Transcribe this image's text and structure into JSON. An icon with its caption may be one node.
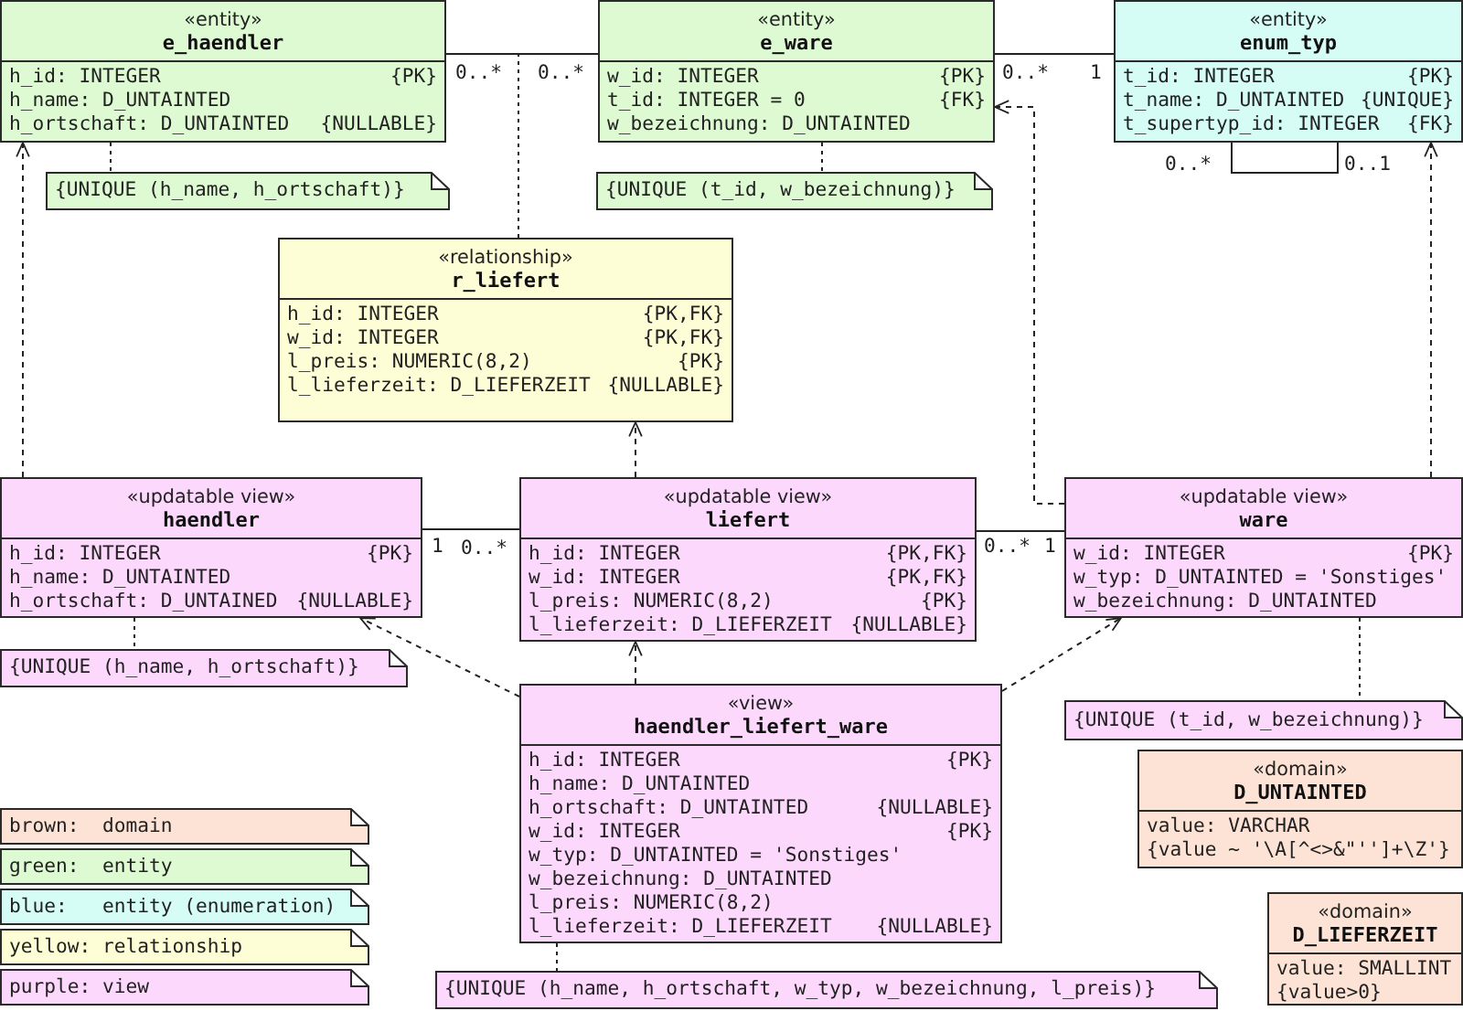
{
  "diagram": {
    "nodes": [
      {
        "text": [
          "«entity»",
          "e_haendler",
          "h_id: INTEGER",
          "{PK}",
          "h_name: D_UNTAINTED",
          "h_ortschaft: D_UNTAINTED",
          "{NULLABLE}"
        ]
      },
      {
        "text": [
          "«entity»",
          "e_ware",
          "w_id: INTEGER",
          "{PK}",
          "t_id: INTEGER = 0",
          "{FK}",
          "w_bezeichnung: D_UNTAINTED"
        ]
      },
      {
        "text": [
          "«entity»",
          "enum_typ",
          "t_id: INTEGER",
          "{PK}",
          "t_name: D_UNTAINTED",
          "{UNIQUE}",
          "t_supertyp_id: INTEGER",
          "{FK}"
        ]
      },
      {
        "text": [
          "{UNIQUE (h_name, h_ortschaft)}"
        ]
      },
      {
        "text": [
          "{UNIQUE (t_id, w_bezeichnung)}"
        ]
      },
      {
        "text": [
          "«relationship»",
          "r_liefert",
          "h_id: INTEGER",
          "{PK,FK}",
          "w_id: INTEGER",
          "{PK,FK}",
          "l_preis: NUMERIC(8,2)",
          "{PK}",
          "l_lieferzeit: D_LIEFERZEIT",
          "{NULLABLE}"
        ]
      },
      {
        "text": [
          "«updatable view»",
          "haendler",
          "h_id: INTEGER",
          "{PK}",
          "h_name: D_UNTAINTED",
          "h_ortschaft: D_UNTAINED",
          "{NULLABLE}"
        ]
      },
      {
        "text": [
          "«updatable view»",
          "liefert",
          "h_id: INTEGER",
          "{PK,FK}",
          "w_id: INTEGER",
          "{PK,FK}",
          "l_preis: NUMERIC(8,2)",
          "{PK}",
          "l_lieferzeit: D_LIEFERZEIT",
          "{NULLABLE}"
        ]
      },
      {
        "text": [
          "«updatable view»",
          "ware",
          "w_id: INTEGER",
          "{PK}",
          "w_typ: D_UNTAINTED = 'Sonstiges'",
          "w_bezeichnung: D_UNTAINTED"
        ]
      },
      {
        "text": [
          "{UNIQUE (h_name, h_ortschaft)}"
        ]
      },
      {
        "text": [
          "{UNIQUE (t_id, w_bezeichnung)}"
        ]
      },
      {
        "text": [
          "«view»",
          "haendler_liefert_ware",
          "h_id: INTEGER",
          "{PK}",
          "h_name: D_UNTAINTED",
          "h_ortschaft: D_UNTAINTED",
          "{NULLABLE}",
          "w_id: INTEGER",
          "{PK}",
          "w_typ: D_UNTAINTED = 'Sonstiges'",
          "w_bezeichnung: D_UNTAINTED",
          "l_preis: NUMERIC(8,2)",
          "l_lieferzeit: D_LIEFERZEIT",
          "{NULLABLE}"
        ]
      },
      {
        "text": [
          "«domain»",
          "D_UNTAINTED",
          "value: VARCHAR",
          "{value ~ '\\A[^<>&\"'']+\\Z'}"
        ]
      },
      {
        "text": [
          "«domain»",
          "D_LIEFERZEIT",
          "value: SMALLINT",
          "{value>0}"
        ]
      },
      {
        "text": [
          "{UNIQUE (h_name, h_ortschaft, w_typ, w_bezeichnung, l_preis)}"
        ]
      }
    ],
    "edges": [
      {
        "from": 0,
        "to": 1,
        "arrow": "none"
      },
      {
        "from": 1,
        "to": 2,
        "arrow": "none"
      },
      {
        "from": 2,
        "to": 2,
        "arrow": "none"
      },
      {
        "from": 0,
        "to": 3,
        "arrow": "none",
        "style": "dashed"
      },
      {
        "from": 1,
        "to": 4,
        "arrow": "none",
        "style": "dashed"
      },
      {
        "from": 5,
        "to": null,
        "arrow": "none",
        "style": "dashed"
      },
      {
        "from": 6,
        "to": 0,
        "arrow": "to",
        "style": "dashed"
      },
      {
        "from": 7,
        "to": 5,
        "arrow": "to",
        "style": "dashed"
      },
      {
        "from": 8,
        "to": 1,
        "arrow": "to",
        "style": "dashed"
      },
      {
        "from": 8,
        "to": 2,
        "arrow": "to",
        "style": "dashed"
      },
      {
        "from": 6,
        "to": 7,
        "arrow": "none"
      },
      {
        "from": 7,
        "to": 8,
        "arrow": "none"
      },
      {
        "from": 6,
        "to": 9,
        "arrow": "none",
        "style": "dashed"
      },
      {
        "from": 8,
        "to": 10,
        "arrow": "none",
        "style": "dashed"
      },
      {
        "from": 11,
        "to": 6,
        "arrow": "to",
        "style": "dashed"
      },
      {
        "from": 11,
        "to": 7,
        "arrow": "to",
        "style": "dashed"
      },
      {
        "from": 11,
        "to": 8,
        "arrow": "to",
        "style": "dashed"
      },
      {
        "from": 11,
        "to": 14,
        "arrow": "none",
        "style": "dashed"
      }
    ],
    "labels": [
      "0..*",
      "0..*",
      "0..*",
      "1",
      "0..*",
      "0..1",
      "1",
      "0..*",
      "0..*",
      "1"
    ],
    "legend": [
      {
        "text": "brown:  domain",
        "color": "#fde3d5"
      },
      {
        "text": "green:  entity",
        "color": "#defad3"
      },
      {
        "text": "blue:   entity (enumeration)",
        "color": "#d5fcf5"
      },
      {
        "text": "yellow: relationship",
        "color": "#fefed6"
      },
      {
        "text": "purple: view",
        "color": "#fdd8fd"
      }
    ]
  }
}
